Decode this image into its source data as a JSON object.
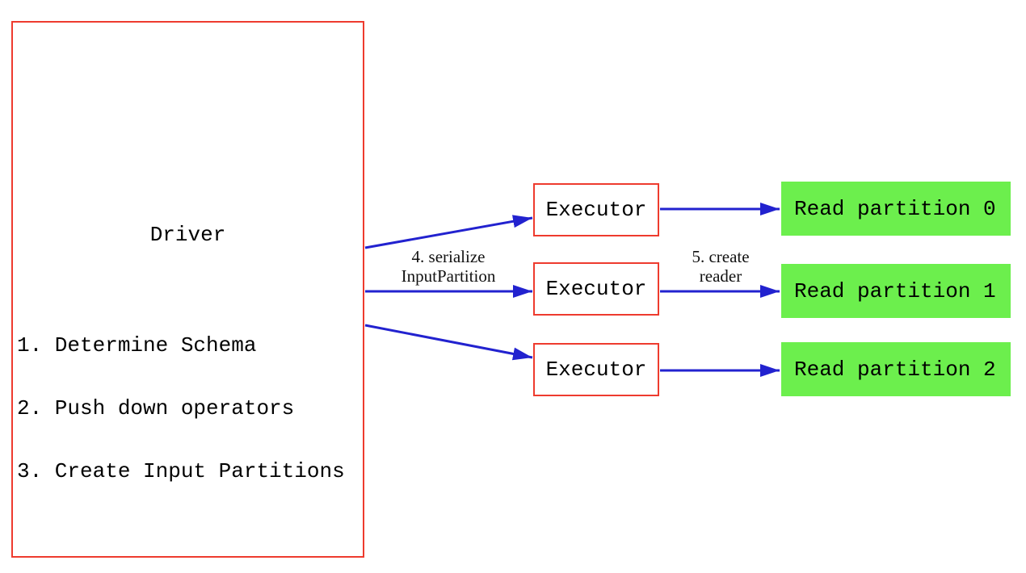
{
  "colors": {
    "red": "#ee3b2e",
    "blue": "#2222cf",
    "green": "#6cef4d",
    "text": "#000000",
    "background": "#ffffff"
  },
  "driver": {
    "title": "Driver",
    "steps": [
      "1. Determine Schema",
      "2. Push down operators",
      "3. Create Input Partitions"
    ]
  },
  "executors": [
    {
      "label": "Executor"
    },
    {
      "label": "Executor"
    },
    {
      "label": "Executor"
    }
  ],
  "partitions": [
    {
      "label": "Read partition 0"
    },
    {
      "label": "Read partition 1"
    },
    {
      "label": "Read partition 2"
    }
  ],
  "edge_labels": {
    "serialize": {
      "line1": "4. serialize",
      "line2": "InputPartition"
    },
    "create_reader": {
      "line1": "5. create",
      "line2": "reader"
    }
  }
}
